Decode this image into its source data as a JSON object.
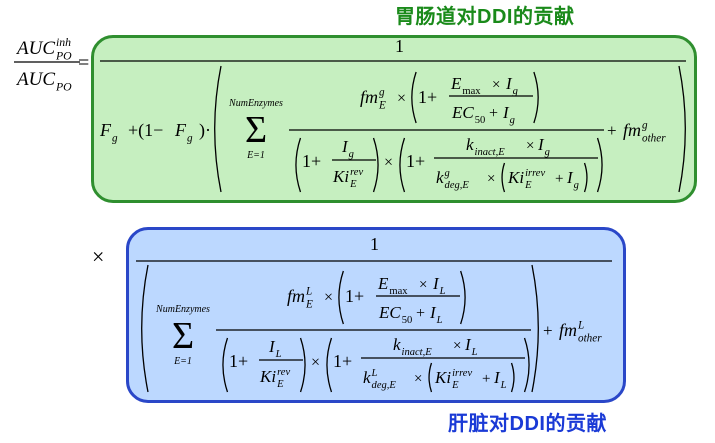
{
  "labels": {
    "gut": "胃肠道对DDI的贡献",
    "liver": "肝脏对DDI的贡献"
  },
  "colors": {
    "gut_fill": "#c6efc0",
    "gut_border": "#2f8f2f",
    "gut_label": "#1a8a1a",
    "liver_fill": "#bcd8ff",
    "liver_border": "#2a47c8",
    "liver_label": "#1a3ad6"
  },
  "equation": {
    "lhs": {
      "num_base": "AUC",
      "num_sup": "inh",
      "num_sub": "PO",
      "den_base": "AUC",
      "den_sub": "PO",
      "equals": "="
    },
    "one": "1",
    "times": "×",
    "sum": {
      "top": "NumEnzymes",
      "symbol": "Σ",
      "bottom": "E=1"
    },
    "gut": {
      "F": "F",
      "g": "g",
      "plus_one_minus": "+(1−",
      "dot": ")·",
      "fm": "fm",
      "fm_sup": "g",
      "fm_sub": "E",
      "Emax": "E",
      "Emax_sub": "max",
      "EC": "EC",
      "EC_sub": "50",
      "I": "I",
      "I_sub": "g",
      "Ki": "Ki",
      "Ki_sup": "rev",
      "Ki_sub": "E",
      "k": "k",
      "kinact_sub": "inact,E",
      "kdeg_sup": "g",
      "kdeg_sub": "deg,E",
      "Kirr_sup": "irrev",
      "Kirr_sub": "E",
      "other_sup": "g",
      "other_sub": "other"
    },
    "liver": {
      "fm_sup": "L",
      "fm_sub": "E",
      "I_sub": "L",
      "kdeg_sup": "L",
      "kdeg_sub": "deg,E",
      "other_sup": "L",
      "other_sub": "other"
    }
  }
}
